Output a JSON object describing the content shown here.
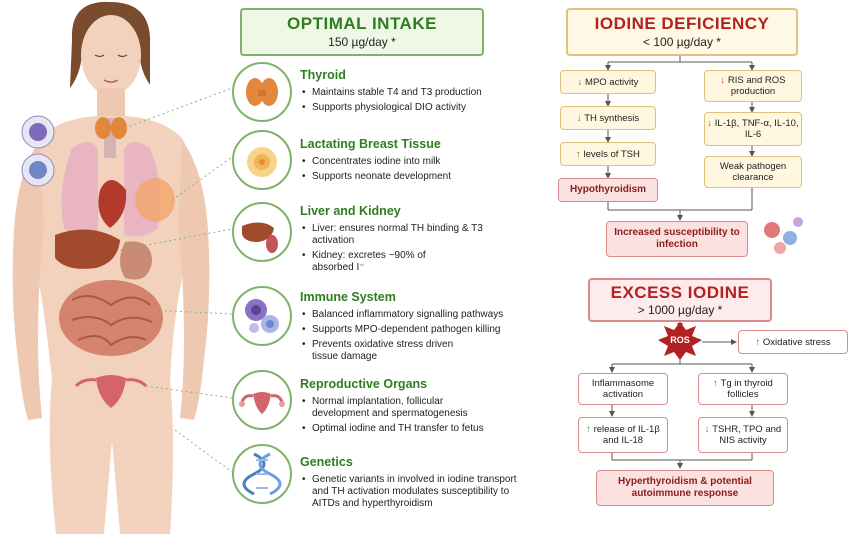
{
  "optimal": {
    "title": "OPTIMAL INTAKE",
    "dose": "150 µg/day *",
    "sections": [
      {
        "title": "Thyroid",
        "bullets": [
          "Maintains stable T4 and T3 production",
          "Supports physiological DIO activity"
        ]
      },
      {
        "title": "Lactating Breast Tissue",
        "bullets": [
          "Concentrates iodine into milk",
          "Supports neonate development"
        ]
      },
      {
        "title": "Liver and Kidney",
        "bullets": [
          "Liver: ensures normal TH binding & T3 activation",
          "Kidney: excretes ~90% of absorbed I⁻"
        ]
      },
      {
        "title": "Immune System",
        "bullets": [
          "Balanced inflammatory signalling pathways",
          "Supports MPO-dependent pathogen killing",
          "Prevents oxidative stress driven tissue damage"
        ]
      },
      {
        "title": "Reproductive Organs",
        "bullets": [
          "Normal implantation, follicular development and spermatogenesis",
          "Optimal iodine and TH transfer to fetus"
        ]
      },
      {
        "title": "Genetics",
        "bullets": [
          "Genetic variants in involved in iodine transport and TH activation modulates susceptibility to AITDs and hyperthyroidism"
        ]
      }
    ]
  },
  "deficiency": {
    "title": "IODINE DEFICIENCY",
    "dose": "< 100 µg/day *",
    "left": [
      {
        "arrow": "↓",
        "text": "MPO activity"
      },
      {
        "arrow": "↓",
        "text": "TH synthesis"
      },
      {
        "arrow": "↑",
        "text": "levels of TSH"
      }
    ],
    "right": [
      {
        "arrow": "↓",
        "text": "RIS and ROS production"
      },
      {
        "arrow": "↓",
        "text": "IL-1β, TNF-α, IL-10, IL-6"
      },
      {
        "arrow": "",
        "text": "Weak pathogen clearance"
      }
    ],
    "hypothyroidism": "Hypothyroidism",
    "outcome": "Increased susceptibility to infection"
  },
  "excess": {
    "title": "EXCESS IODINE",
    "dose": "> 1000 µg/day *",
    "ros": "ROS",
    "oxidative": {
      "arrow": "↑",
      "text": "Oxidative stress"
    },
    "left": [
      {
        "arrow": "",
        "text": "Inflammasome activation"
      },
      {
        "arrow": "↑",
        "text": "release of IL-1β and IL-18"
      }
    ],
    "right": [
      {
        "arrow": "↑",
        "text": "Tg in thyroid follicles"
      },
      {
        "arrow": "↓",
        "text": "TSHR, TPO and NIS activity"
      }
    ],
    "outcome": "Hyperthyroidism & potential autoimmune response"
  },
  "colors": {
    "green": "#2e7d1e",
    "red": "#b22222",
    "gold": "#e0c27a"
  },
  "icons": [
    "thyroid-icon",
    "breast-tissue-icon",
    "liver-kidney-icon",
    "immune-cells-icon",
    "uterus-icon",
    "dna-icon",
    "ros-burst-icon",
    "pathogen-icon",
    "body-illustration"
  ]
}
